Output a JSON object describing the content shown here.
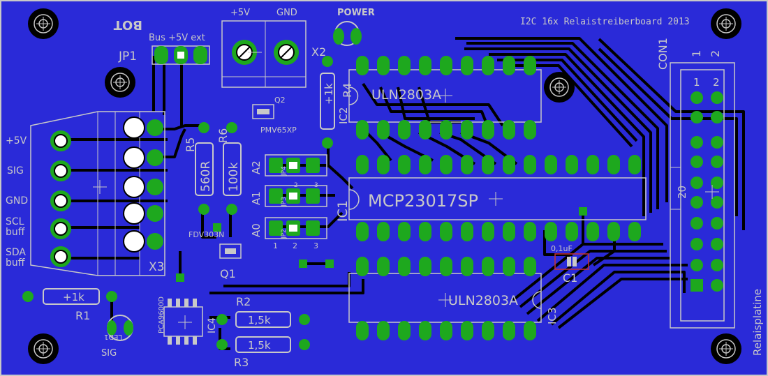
{
  "board": {
    "title": "I2C 16x Relaistreiberboard 2013",
    "side_label": "Relaisplatine",
    "layer_label": "BOT",
    "colors": {
      "background": "#2a2ad8",
      "outline": "#c8c8c8",
      "pad": "#1ea81e",
      "trace_dark": "#000000",
      "silk": "#c8c8c8",
      "copper_red": "#c83232"
    }
  },
  "power_connector": {
    "plus_label": "+5V",
    "gnd_label": "GND",
    "power_led_label": "POWER",
    "x2_label": "X2"
  },
  "jumper_jp1": {
    "name": "JP1",
    "desc": "Bus +5V ext"
  },
  "x3": {
    "name": "X3",
    "pins": [
      "+5V",
      "SIG",
      "GND",
      "SCL buff",
      "SDA buff"
    ]
  },
  "resistors": {
    "r4": {
      "name": "R4",
      "value": "+1k"
    },
    "r5": {
      "name": "R5",
      "value": "560R"
    },
    "r6": {
      "name": "R6",
      "value": "100k"
    },
    "r1": {
      "name": "R1",
      "value": "+1k"
    },
    "r2": {
      "name": "R2",
      "value": "1,5k"
    },
    "r3": {
      "name": "R3",
      "value": "1,5k"
    }
  },
  "transistors": {
    "q2": {
      "name": "Q2",
      "part": "PMV65XP"
    },
    "q1": {
      "name": "Q1",
      "part": "FDV303N"
    }
  },
  "address_jumpers": {
    "rows": [
      {
        "name": "A2",
        "jp": "JP4"
      },
      {
        "name": "A1",
        "jp": "JP3"
      },
      {
        "name": "A0",
        "jp": "JP2"
      }
    ],
    "col_numbers": [
      "1",
      "2",
      "3"
    ]
  },
  "ics": {
    "ic2": {
      "name": "IC2",
      "part": "ULN2803A"
    },
    "ic1": {
      "name": "IC1",
      "part": "MCP23017SP"
    },
    "ic3": {
      "name": "IC3",
      "part": "ULN2803A"
    },
    "ic4": {
      "name": "IC4",
      "part": "PCA9600D"
    }
  },
  "capacitor": {
    "name": "C1",
    "value": "0,1uF"
  },
  "led_sig": {
    "name": "LED1",
    "label": "SIG"
  },
  "con1": {
    "name": "CON1",
    "pin1": "1",
    "pin2": "2",
    "pin20": "20"
  }
}
